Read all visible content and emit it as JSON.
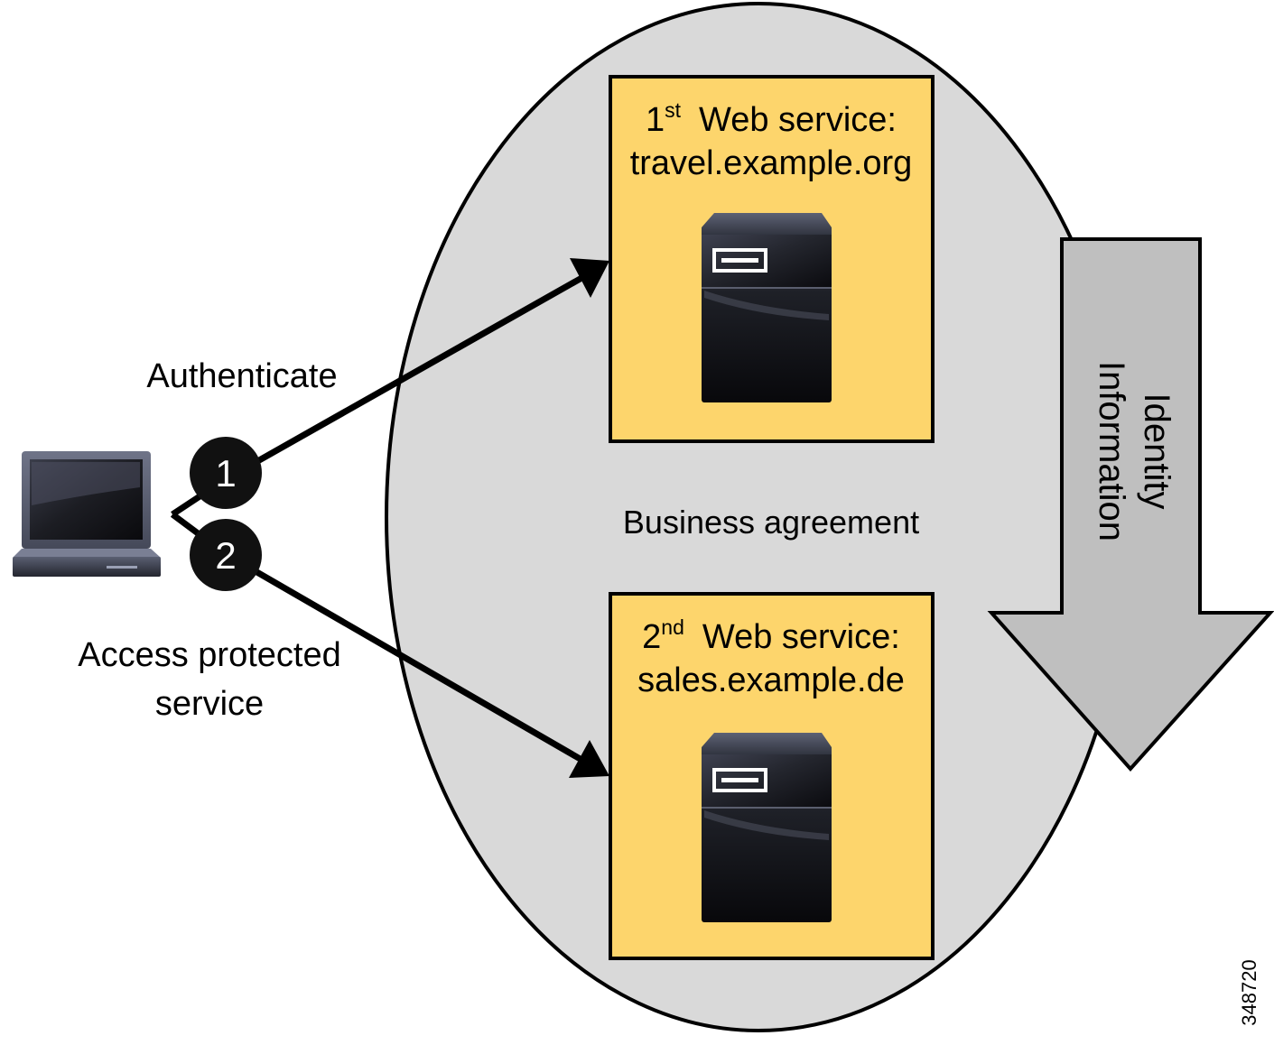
{
  "colors": {
    "background": "#ffffff",
    "ellipse_fill": "#d9d9d9",
    "box_fill": "#fdd56c",
    "arrow_fill": "#bfbfbf",
    "badge_fill": "#111111",
    "badge_text": "#ffffff",
    "line": "#000000"
  },
  "service1": {
    "ordinal": "1",
    "suffix": "st",
    "label": "Web service:",
    "host": "travel.example.org",
    "icon": "server-icon"
  },
  "service2": {
    "ordinal": "2",
    "suffix": "nd",
    "label": "Web service:",
    "host": "sales.example.de",
    "icon": "server-icon"
  },
  "client": {
    "icon": "laptop-icon"
  },
  "steps": [
    {
      "number": "1",
      "label": "Authenticate"
    },
    {
      "number": "2",
      "label_line1": "Access protected",
      "label_line2": "service"
    }
  ],
  "center_label": "Business agreement",
  "flow_arrow": {
    "line1": "Identity",
    "line2": "Information"
  },
  "figure_id": "348720"
}
